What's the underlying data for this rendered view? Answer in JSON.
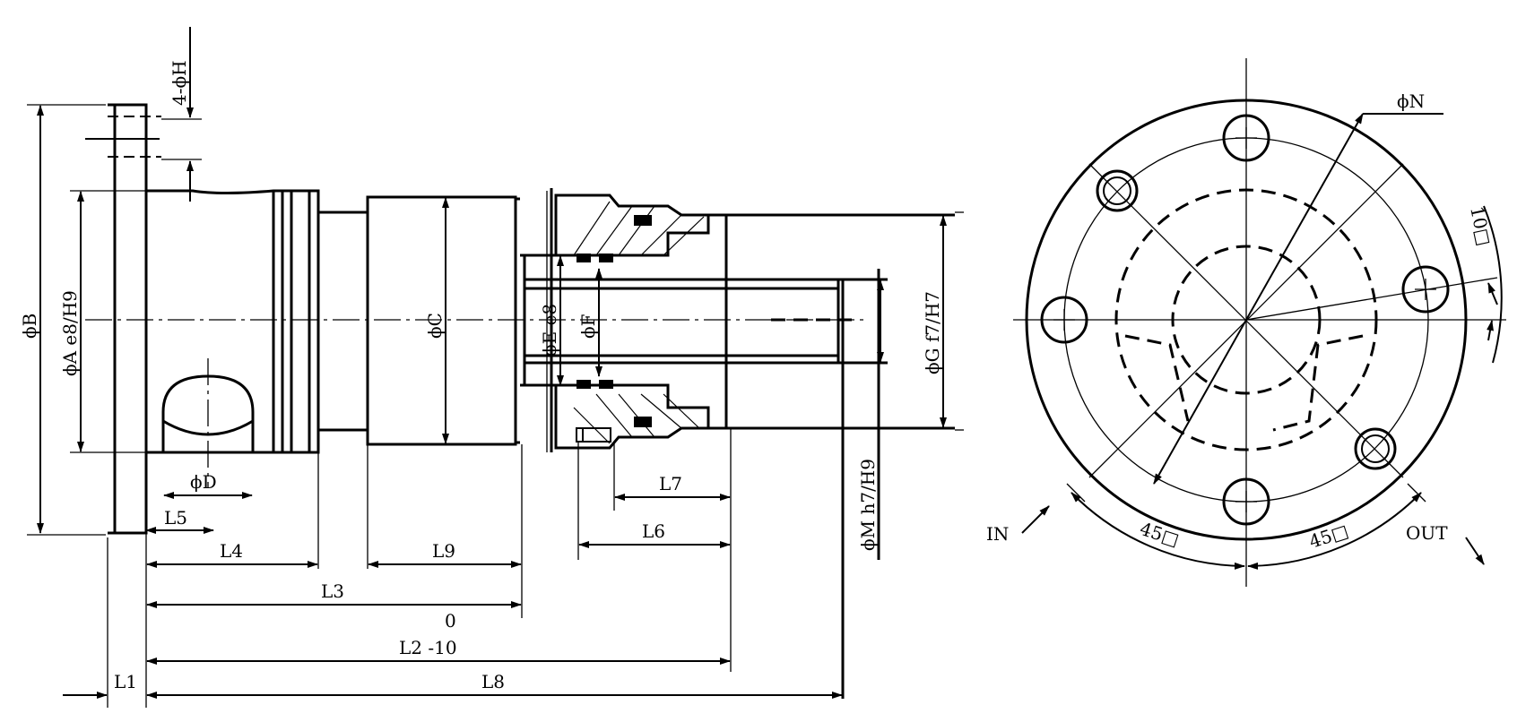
{
  "side_view": {
    "labels": {
      "phi_b": "ϕB",
      "phi_a": "ϕA  e8/H9",
      "phi_c": "ϕC",
      "phi_e": "ϕE e8",
      "phi_f": "ϕF",
      "phi_g": "ϕG  f7/H7",
      "phi_m": "ϕM h7/H9",
      "phi_d": "ϕD",
      "hole_4h": "4-ϕH"
    },
    "dimensions": {
      "l1": "L1",
      "l2": "L2 -10",
      "l2_tol": "0",
      "l3": "L3",
      "l4": "L4",
      "l5": "L5",
      "l6": "L6",
      "l7": "L7",
      "l8": "L8",
      "l9": "L9"
    }
  },
  "end_view": {
    "labels": {
      "phi_n": "ϕN",
      "in_port": "IN",
      "out_port": "OUT",
      "angle_45_left": "45□",
      "angle_45_right": "45□",
      "angle_10": "10□"
    }
  }
}
